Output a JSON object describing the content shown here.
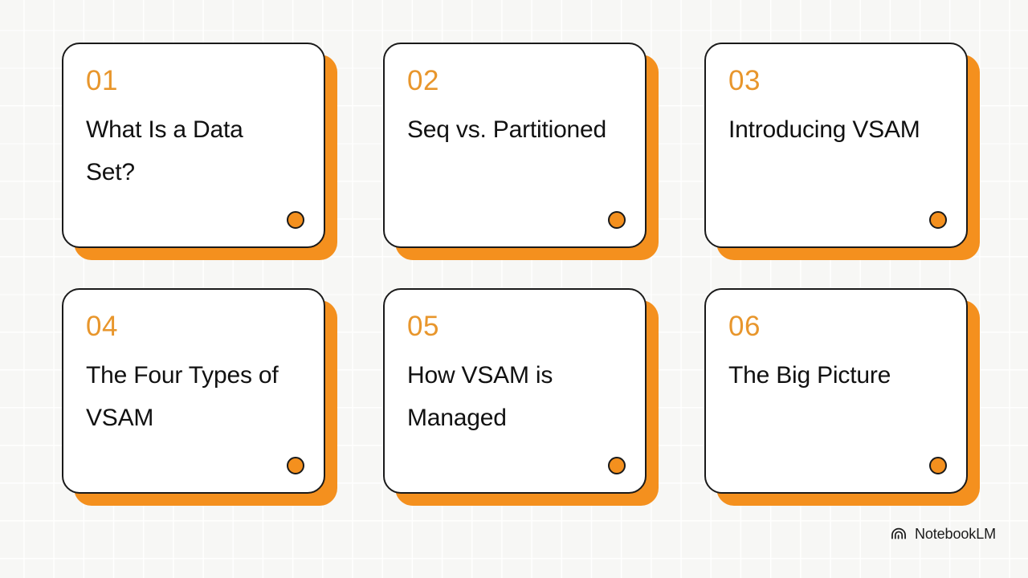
{
  "slide": {
    "background_color": "#f7f7f5",
    "grid_line_color": "#ffffff",
    "accent_color": "#f4901e",
    "number_color": "#e8962c",
    "outline_color": "#1a1a1a"
  },
  "cards": [
    {
      "number": "01",
      "title": "What Is a Data Set?",
      "dot": "bullet-dot"
    },
    {
      "number": "02",
      "title": "Seq vs. Partitioned",
      "dot": "bullet-dot"
    },
    {
      "number": "03",
      "title": "Introducing VSAM",
      "dot": "bullet-dot"
    },
    {
      "number": "04",
      "title": "The Four Types of VSAM",
      "dot": "bullet-dot"
    },
    {
      "number": "05",
      "title": "How VSAM is Managed",
      "dot": "bullet-dot"
    },
    {
      "number": "06",
      "title": "The Big Picture",
      "dot": "bullet-dot"
    }
  ],
  "brand": {
    "icon": "notebooklm-spiral-icon",
    "name": "NotebookLM"
  }
}
